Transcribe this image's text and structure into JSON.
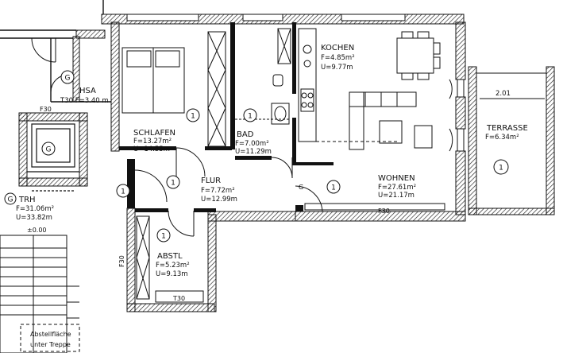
{
  "rooms": {
    "schlafen": {
      "name": "SCHLAFEN",
      "area": "F=13.27m²",
      "perimeter": "U=14.55m",
      "badge": "1"
    },
    "bad": {
      "name": "BAD",
      "area": "F=7.00m²",
      "perimeter": "U=11.29m",
      "badge": "1"
    },
    "kochen": {
      "name": "KOCHEN",
      "area": "F=4.85m²",
      "perimeter": "U=9.77m"
    },
    "terrasse": {
      "name": "TERRASSE",
      "area": "F=6.34m²",
      "badge": "1",
      "dim": "2.01"
    },
    "flur": {
      "name": "FLUR",
      "area": "F=7.72m²",
      "perimeter": "U=12.99m",
      "badge": "1"
    },
    "wohnen": {
      "name": "WOHNEN",
      "area": "F=27.61m²",
      "perimeter": "U=21.17m",
      "badge": "1"
    },
    "abstl": {
      "name": "ABSTL",
      "area": "F=5.23m²",
      "perimeter": "U=9.13m",
      "badge": "1",
      "door": "T30"
    },
    "hsa": {
      "name": "HSA",
      "area": "T30  F=3.40 m",
      "badge": "G"
    },
    "trh": {
      "name": "TRH",
      "area": "F=31.06m²",
      "perimeter": "U=33.82m",
      "badge": "G"
    }
  },
  "annotations": {
    "f30_top": "F30",
    "elevator_badge": "G",
    "flur_badge": "1",
    "f30_wall": "F30",
    "f30_terrace": "F30",
    "g_mark": "G",
    "t30_side": "T30",
    "level": "±0.00",
    "stair_note_1": "Abstellfläche",
    "stair_note_2": "unter Treppe"
  }
}
